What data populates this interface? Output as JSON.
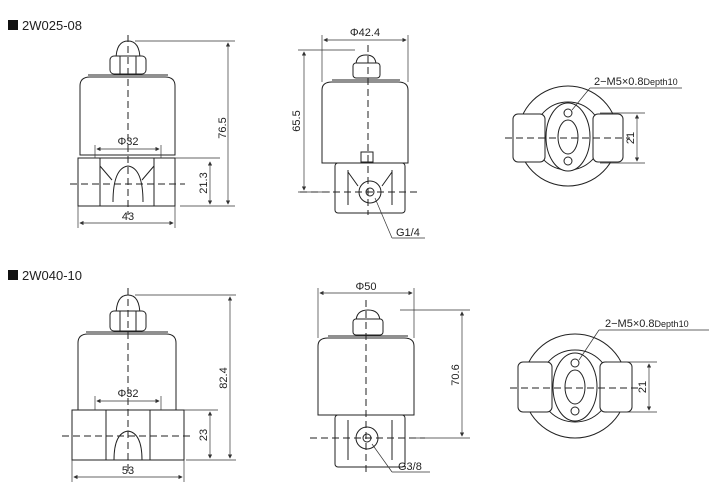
{
  "models": [
    {
      "name": "2W025-08",
      "front": {
        "height": "76.5",
        "body_height": "21.3",
        "width": "43",
        "diameter": "Φ32"
      },
      "side": {
        "diameter": "Φ42.4",
        "height": "65.5",
        "port": "G1/4"
      },
      "top": {
        "thread": "2−M5×0.8",
        "depth": "Depth10",
        "spacing": "21"
      }
    },
    {
      "name": "2W040-10",
      "front": {
        "height": "82.4",
        "body_height": "23",
        "width": "53",
        "diameter": "Φ32"
      },
      "side": {
        "diameter": "Φ50",
        "height": "70.6",
        "port": "G3/8"
      },
      "top": {
        "thread": "2−M5×0.8",
        "depth": "Depth10",
        "spacing": "21"
      }
    }
  ]
}
